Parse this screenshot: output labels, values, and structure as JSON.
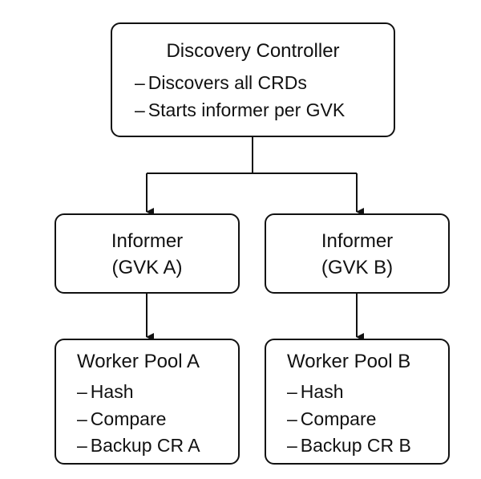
{
  "discovery": {
    "title": "Discovery Controller",
    "items": [
      "Discovers all CRDs",
      "Starts informer per GVK"
    ]
  },
  "informer_a": {
    "title": "Informer",
    "subtitle": "(GVK A)"
  },
  "informer_b": {
    "title": "Informer",
    "subtitle": "(GVK B)"
  },
  "pool_a": {
    "title": "Worker Pool A",
    "items": [
      "Hash",
      "Compare",
      "Backup CR A"
    ]
  },
  "pool_b": {
    "title": "Worker Pool B",
    "items": [
      "Hash",
      "Compare",
      "Backup CR B"
    ]
  },
  "bullet": "–",
  "colors": {
    "stroke": "#111111",
    "background": "#ffffff"
  }
}
